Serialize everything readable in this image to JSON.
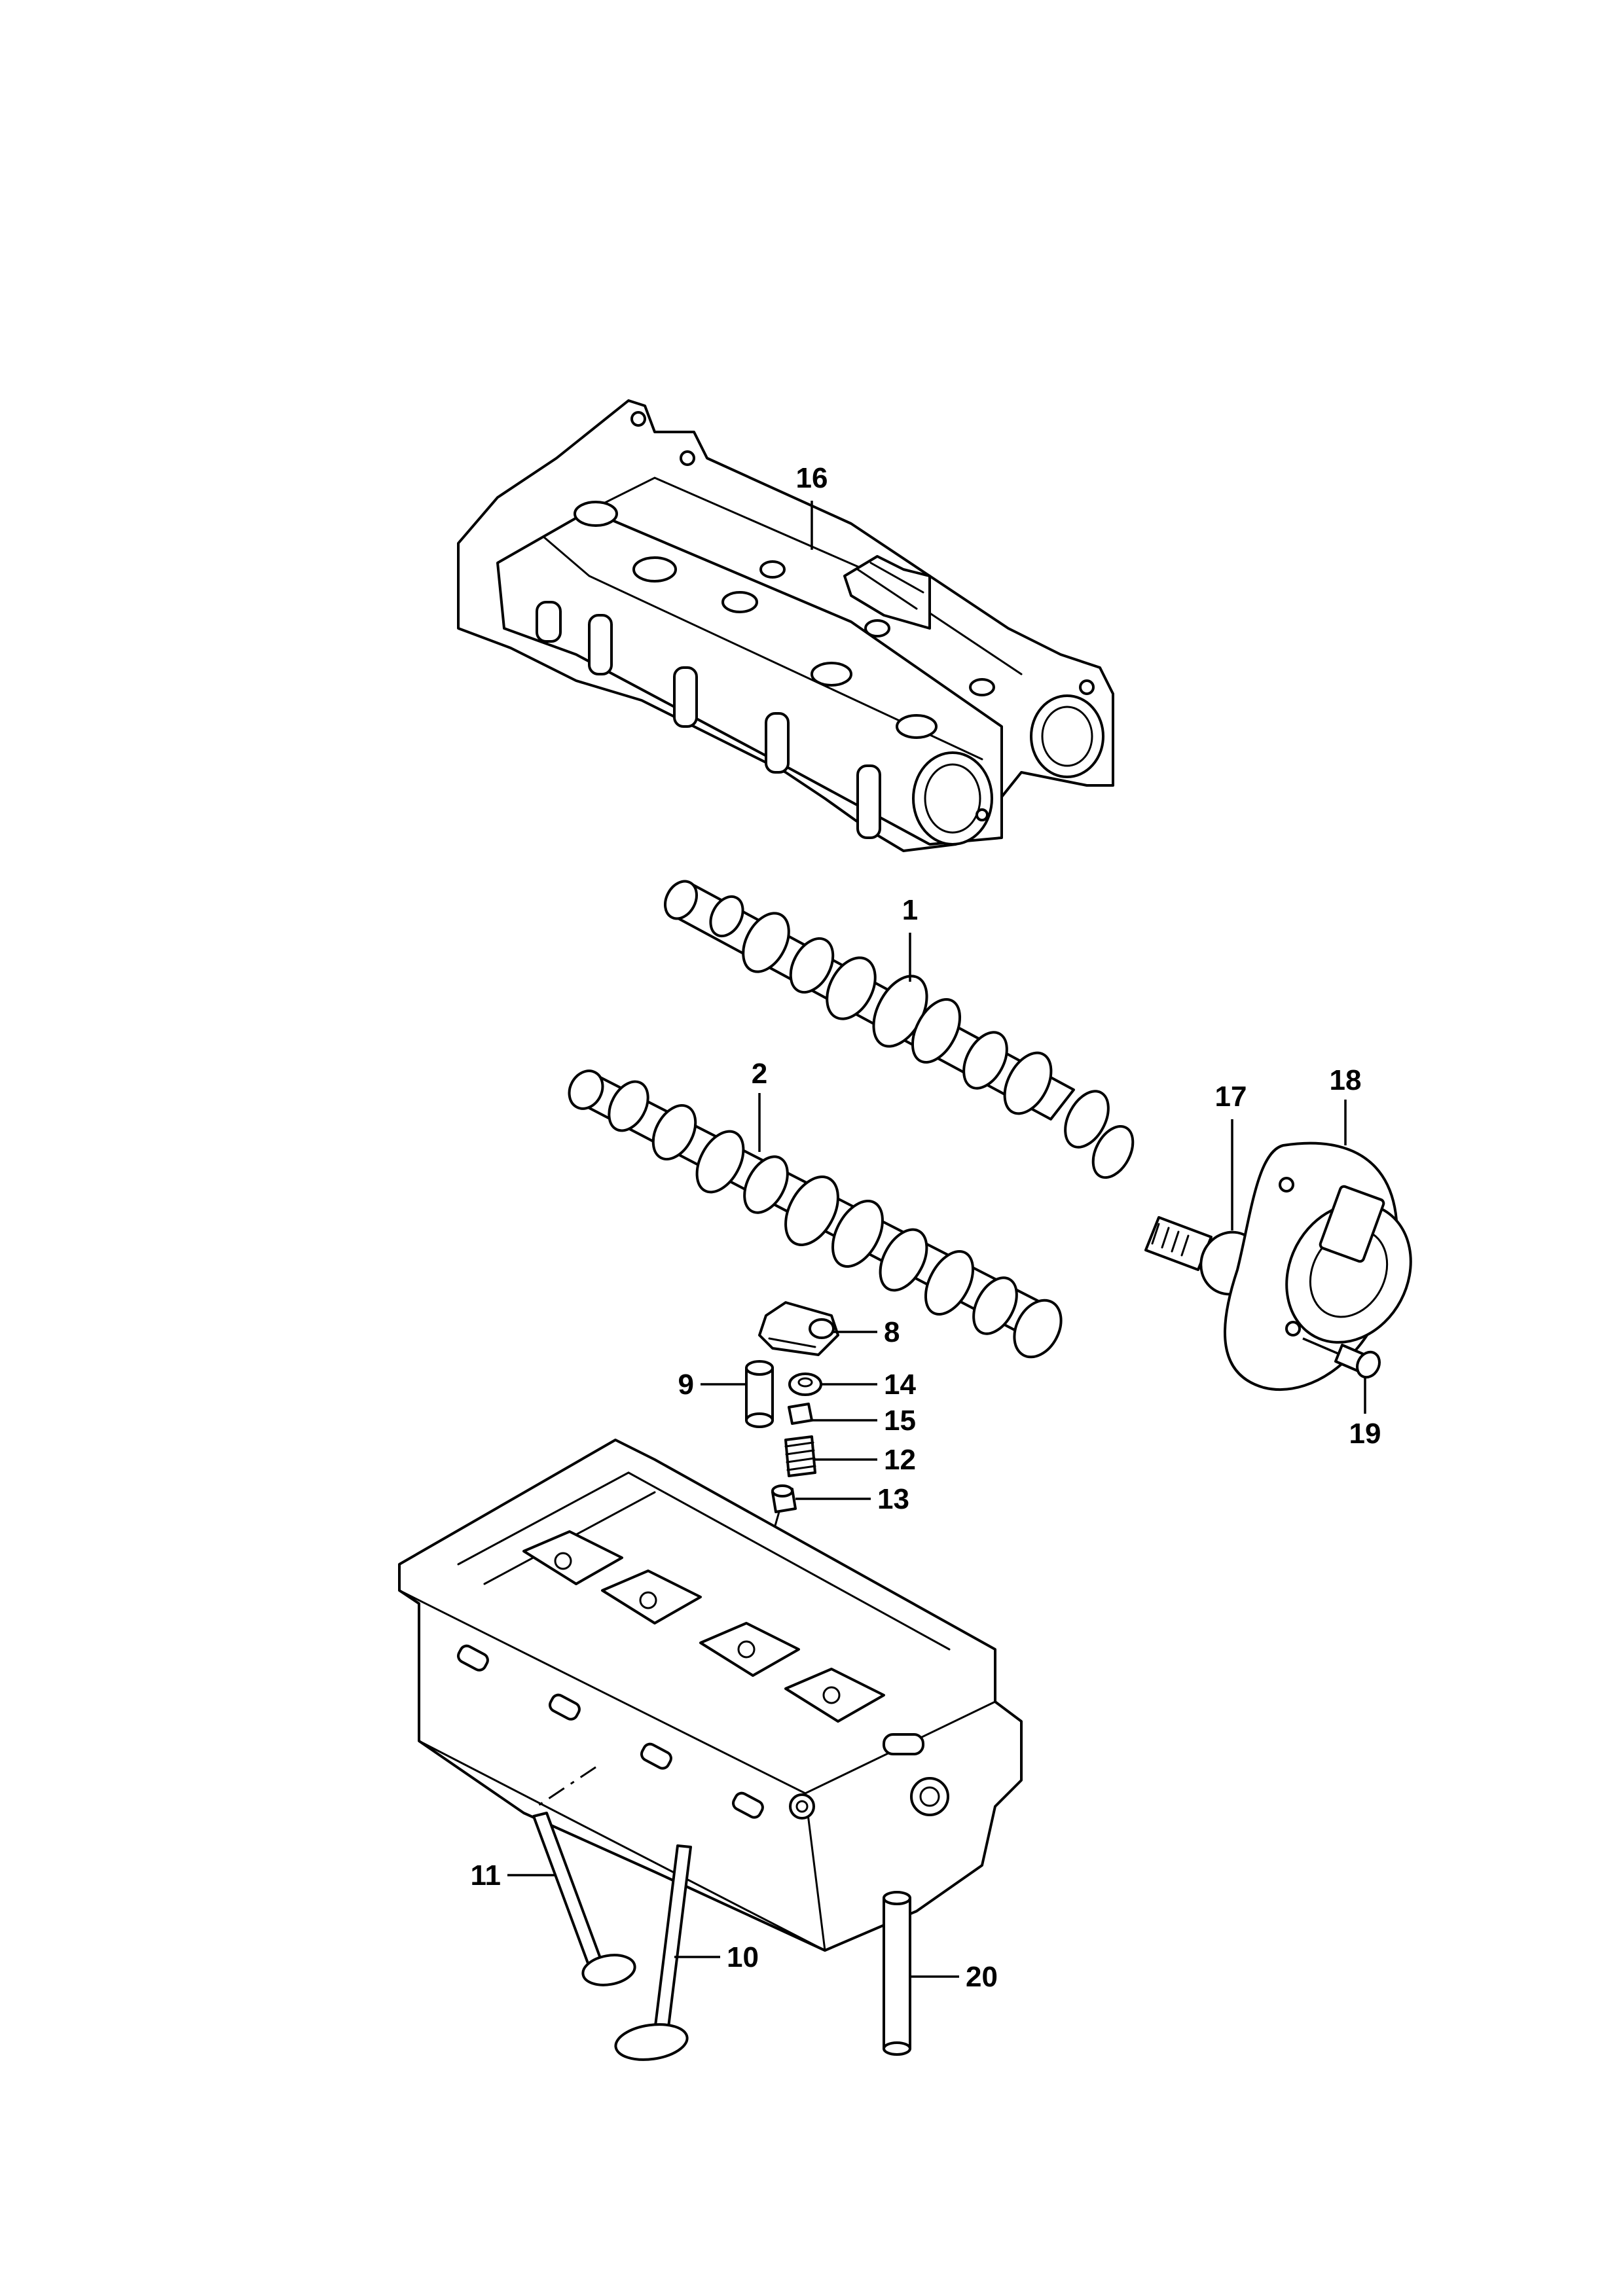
{
  "diagram": {
    "callouts": [
      "1",
      "2",
      "8",
      "9",
      "10",
      "11",
      "12",
      "13",
      "14",
      "15",
      "16",
      "17",
      "18",
      "19",
      "20"
    ]
  }
}
